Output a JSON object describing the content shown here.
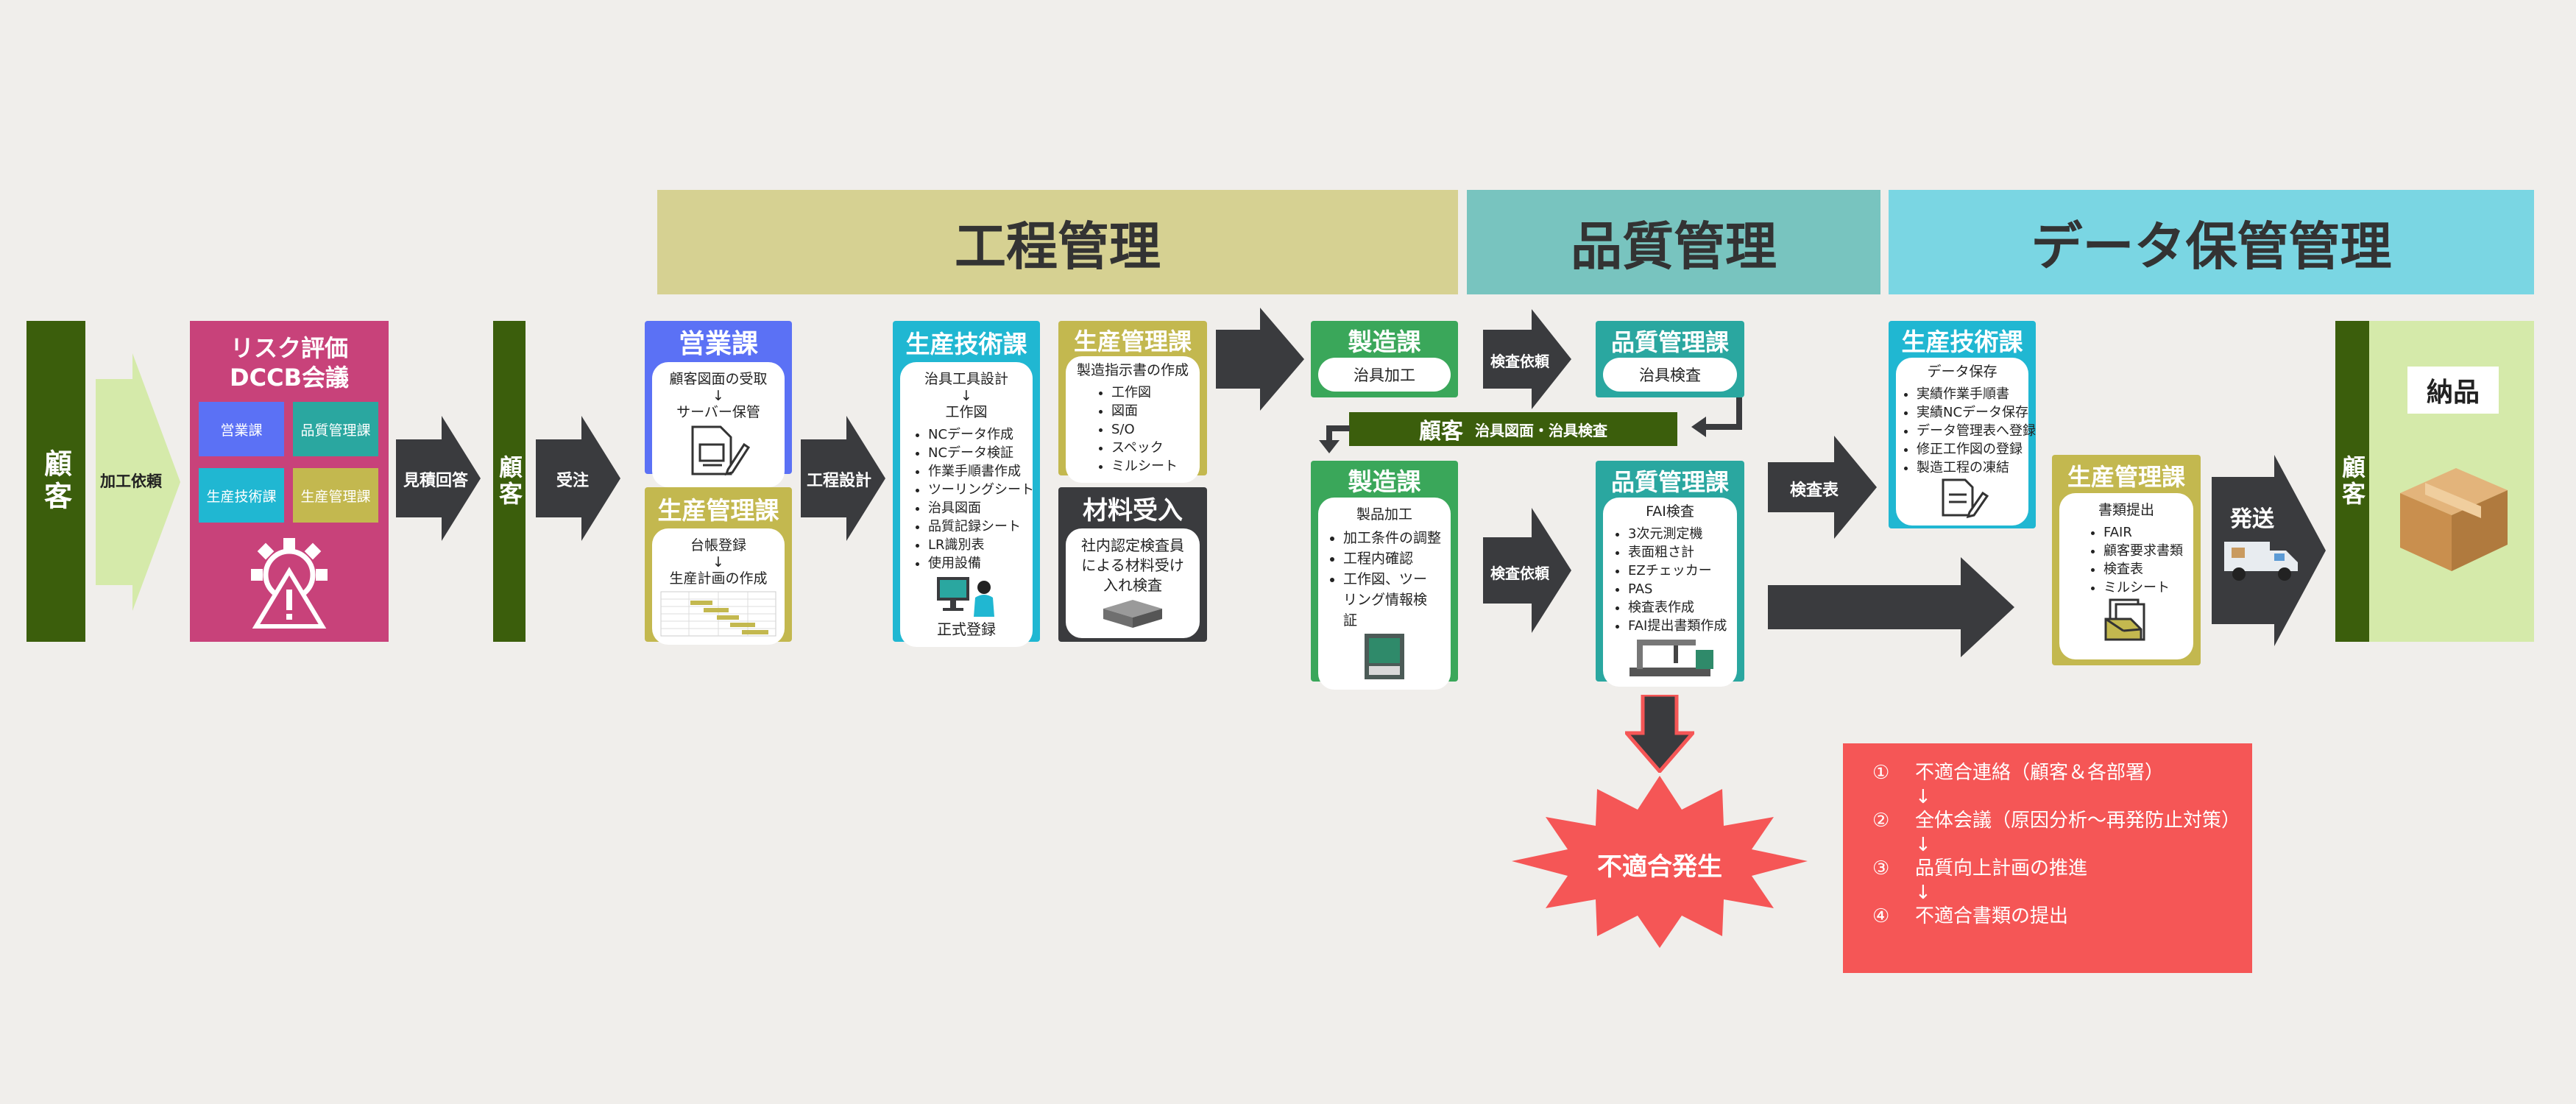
{
  "customer_label": "顧客",
  "arrows": {
    "request": "加工依頼",
    "quote": "見積回答",
    "order": "受注",
    "process_design": "工程設計",
    "inspection_request_1": "検査依頼",
    "inspection_request_2": "検査依頼",
    "inspection_sheet": "検査表",
    "ship": "発送"
  },
  "banners": {
    "process": "工程管理",
    "quality": "品質管理",
    "data": "データ保管管理"
  },
  "risk": {
    "title_1": "リスク評価",
    "title_2": "DCCB会議",
    "depts": [
      "営業課",
      "品質管理課",
      "生産技術課",
      "生産管理課"
    ]
  },
  "sales": {
    "title": "営業課",
    "line_1": "顧客図面の受取",
    "arrow": "↓",
    "line_2": "サーバー保管"
  },
  "prod_mgmt_1": {
    "title": "生産管理課",
    "line_1": "台帳登録",
    "arrow": "↓",
    "line_2": "生産計画の作成"
  },
  "prod_tech_1": {
    "title": "生産技術課",
    "line_1": "治具工具設計",
    "arrow": "↓",
    "line_2": "工作図",
    "items": [
      "NCデータ作成",
      "NCデータ検証",
      "作業手順書作成",
      "ツーリングシート",
      "治具図面",
      "品質記録シート",
      "LR識別表",
      "使用設備"
    ],
    "footer": "正式登録"
  },
  "prod_mgmt_2": {
    "title": "生産管理課",
    "line_1": "製造指示書の作成",
    "items": [
      "工作図",
      "図面",
      "S/O",
      "スペック",
      "ミルシート"
    ]
  },
  "material": {
    "title": "材料受入",
    "line_1": "社内認定検査員",
    "line_2": "による材料受け",
    "line_3": "入れ検査"
  },
  "mfg_1": {
    "title": "製造課",
    "body": "治具加工"
  },
  "qc_1": {
    "title": "品質管理課",
    "body": "治具検査"
  },
  "customer_bar": {
    "label": "顧客",
    "sub": "治具図面・治具検査"
  },
  "mfg_2": {
    "title": "製造課",
    "line_1": "製品加工",
    "items": [
      "加工条件の調整",
      "工程内確認",
      "工作図、ツーリング情報検証"
    ]
  },
  "qc_2": {
    "title": "品質管理課",
    "line_1": "FAI検査",
    "items": [
      "3次元測定機",
      "表面粗さ計",
      "EZチェッカー",
      "PAS",
      "検査表作成",
      "FAI提出書類作成"
    ]
  },
  "prod_tech_2": {
    "title": "生産技術課",
    "line_1": "データ保存",
    "items": [
      "実績作業手順書",
      "実績NCデータ保存",
      "データ管理表へ登録",
      "修正工作図の登録",
      "製造工程の凍結"
    ]
  },
  "prod_mgmt_3": {
    "title": "生産管理課",
    "line_1": "書類提出",
    "items": [
      "FAIR",
      "顧客要求書類",
      "検査表",
      "ミルシート"
    ]
  },
  "delivery": {
    "label": "納品"
  },
  "nonconformity": {
    "burst": "不適合発生",
    "steps": [
      {
        "num": "①",
        "text": "不適合連絡（顧客＆各部署）"
      },
      {
        "num": "②",
        "text": "全体会議（原因分析～再発防止対策）"
      },
      {
        "num": "③",
        "text": "品質向上計画の推進"
      },
      {
        "num": "④",
        "text": "不適合書類の提出"
      }
    ],
    "down_arrow": "↓"
  },
  "colors": {
    "green_dark": "#3b5e0c",
    "green_light": "#d5eaaa",
    "pink": "#c8427a",
    "blue": "#5b71f5",
    "teal": "#2aa7a0",
    "cyan": "#20b7d2",
    "olive": "#c3b84f",
    "dark": "#3a3b3e",
    "green_card": "#3aa75a",
    "red": "#f55656",
    "banner_process": "#d6d192",
    "banner_quality": "#78c4bf",
    "banner_data": "#7ad6e3"
  }
}
